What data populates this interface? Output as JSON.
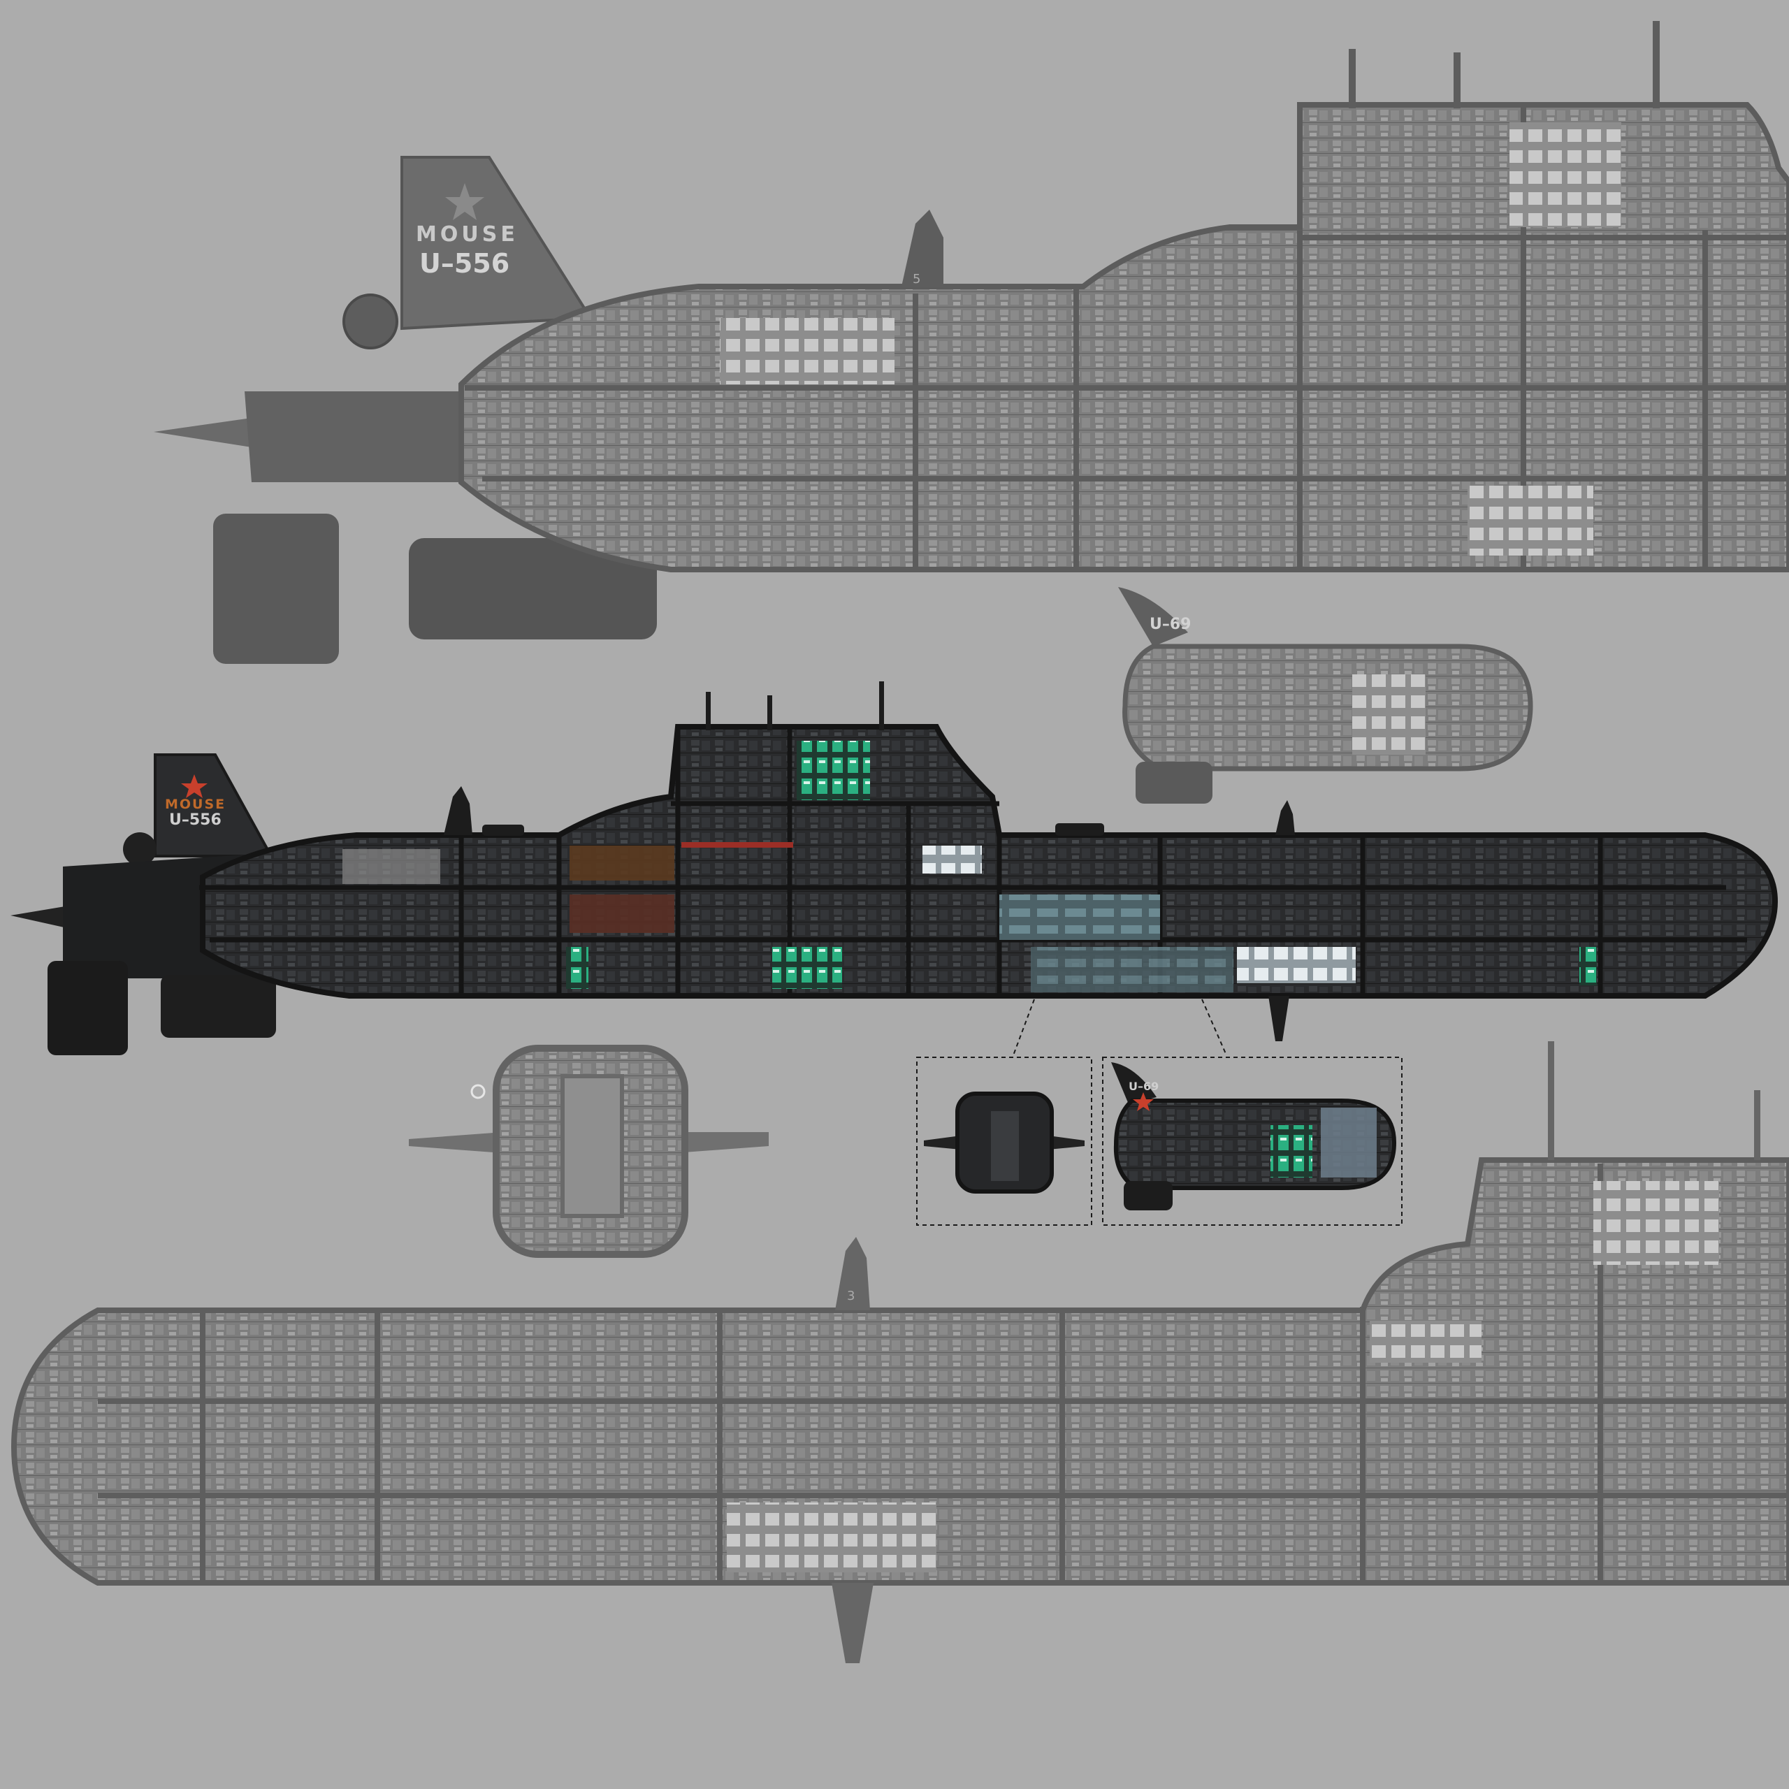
{
  "colors": {
    "background": "#acacac",
    "hull_dark": "#1b1b1c",
    "hull_ghost": "#6e6e6e",
    "room_green": "#27a77a",
    "room_teal": "#5f7f87",
    "accent_red": "#c8402c",
    "accent_orange": "#c06a2a",
    "ghost_text": "#cfcfcf",
    "main_text": "#cfcfcf"
  },
  "main_sub": {
    "class_label": "MOUSE",
    "hull_number": "U–556"
  },
  "ghost_top": {
    "class_label": "MOUSE",
    "hull_number": "U–556",
    "deck_marker": "5"
  },
  "ghost_bottom": {
    "deck_marker": "3"
  },
  "shuttle_ghost": {
    "hull_number": "U–69"
  },
  "shuttle_inset": {
    "hull_number": "U–69"
  },
  "icons": [
    "star-emblem-icon",
    "periscope-icon",
    "propeller-icon"
  ]
}
